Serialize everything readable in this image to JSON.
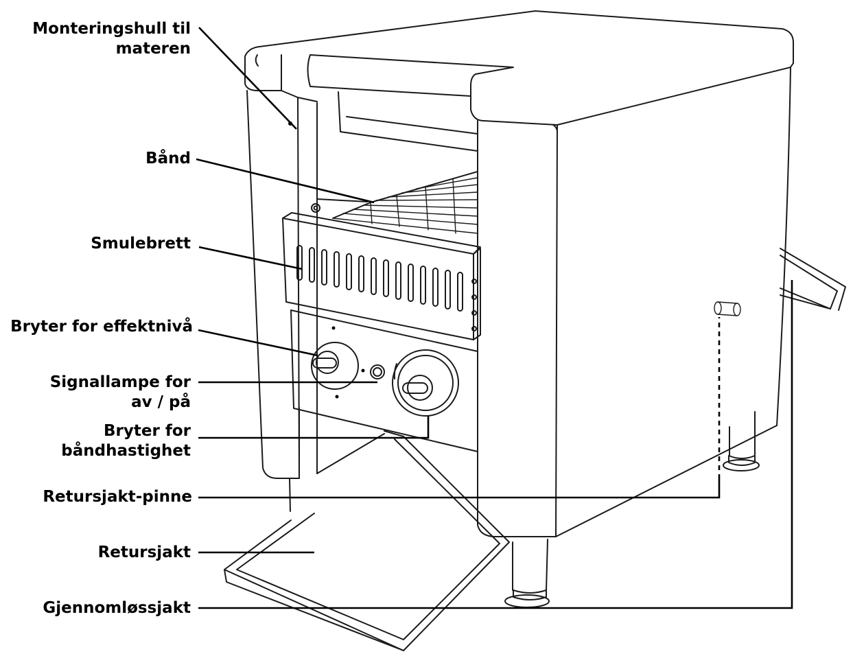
{
  "labels": {
    "monteringshull": [
      "Monteringshull til",
      "materen"
    ],
    "band": "Bånd",
    "smulebrett": "Smulebrett",
    "bryter_effekt": "Bryter for effektnivå",
    "signallampe": [
      "Signallampe for",
      "av / på"
    ],
    "bryter_band": [
      "Bryter for",
      "båndhastighet"
    ],
    "retursjakt_pinne": "Retursjakt-pinne",
    "retursjakt": "Retursjakt",
    "gjennomlop": "Gjennomløssjakt"
  }
}
